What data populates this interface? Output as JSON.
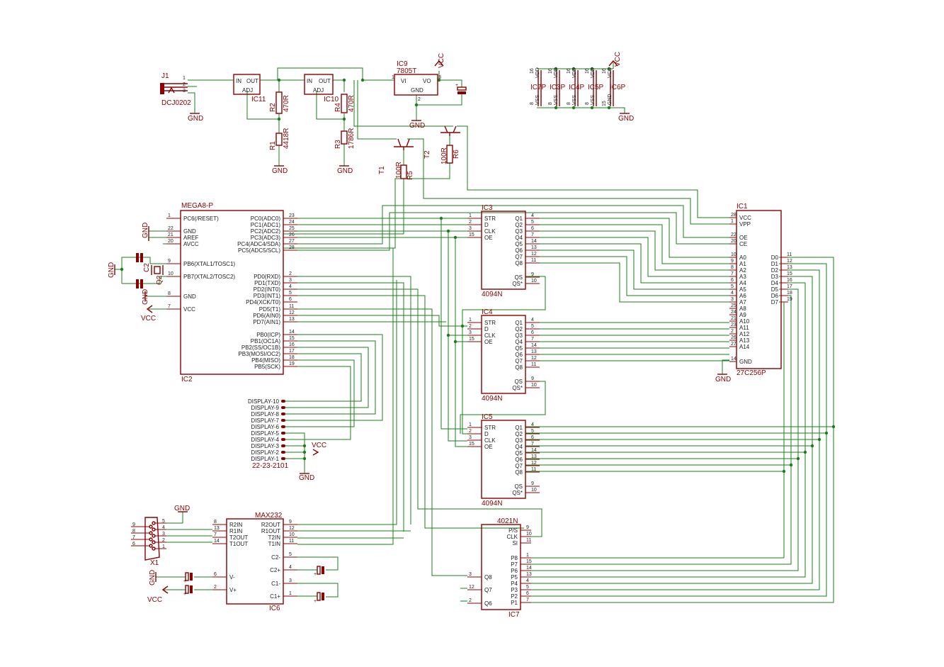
{
  "title": "",
  "parts": {
    "j1": {
      "ref": "J1",
      "value": "DCJ0202",
      "pins": [
        "1",
        "2",
        "3"
      ]
    },
    "ic11": {
      "ref": "IC11",
      "in": "IN",
      "out": "OUT",
      "adj": "ADJ"
    },
    "ic10": {
      "ref": "IC10",
      "in": "IN",
      "out": "OUT",
      "adj": "ADJ"
    },
    "ic9": {
      "ref": "IC9",
      "value": "7805T",
      "vi": "VI",
      "vo": "VO",
      "gnd": "GND",
      "pins": [
        "1",
        "3",
        "2"
      ]
    },
    "r1": {
      "ref": "R1",
      "value": "4418R"
    },
    "r2": {
      "ref": "R2",
      "value": "470R"
    },
    "r3": {
      "ref": "R3",
      "value": "1786R"
    },
    "r4": {
      "ref": "R4",
      "value": "470R"
    },
    "r5": {
      "ref": "R5",
      "value": "100R"
    },
    "r6": {
      "ref": "R6",
      "value": "100R"
    },
    "t1": {
      "ref": "T1"
    },
    "t2": {
      "ref": "T2"
    },
    "c2": {
      "ref": "C2"
    },
    "q2": {
      "ref": "Q2"
    },
    "power": [
      {
        "ref": "IC7P",
        "vdd": "VDD",
        "vss": "VSS",
        "top": "16",
        "bottom": "8"
      },
      {
        "ref": "IC3P",
        "vdd": "VDD",
        "vss": "VSS",
        "top": "16",
        "bottom": "8"
      },
      {
        "ref": "IC4P",
        "vdd": "VDD",
        "vss": "VSS",
        "top": "16",
        "bottom": "8"
      },
      {
        "ref": "IC5P",
        "vdd": "VDD",
        "vss": "VSS",
        "top": "16",
        "bottom": "8"
      },
      {
        "ref": "IC6P",
        "vdd": "VCC",
        "vss": "GND",
        "top": "16",
        "bottom": "15"
      }
    ]
  },
  "ic2": {
    "name": "MEGA8-P",
    "ref": "IC2",
    "left": [
      {
        "num": "1",
        "label": "PC6(/RESET)"
      },
      {
        "num": "22",
        "label": "GND"
      },
      {
        "num": "21",
        "label": "AREF"
      },
      {
        "num": "20",
        "label": "AVCC"
      },
      {
        "num": "9",
        "label": "PB6(XTAL1/TOSC1)"
      },
      {
        "num": "10",
        "label": "PB7(XTAL2/TOSC2)"
      },
      {
        "num": "8",
        "label": "GND"
      },
      {
        "num": "7",
        "label": "VCC"
      }
    ],
    "right": [
      {
        "num": "23",
        "label": "PC0(ADC0)"
      },
      {
        "num": "24",
        "label": "PC1(ADC1)"
      },
      {
        "num": "25",
        "label": "PC2(ADC2)"
      },
      {
        "num": "26",
        "label": "PC3(ADC3)"
      },
      {
        "num": "27",
        "label": "PC4(ADC4/SDA)"
      },
      {
        "num": "28",
        "label": "PC5(ADC5/SCL)"
      },
      {
        "num": "2",
        "label": "PD0(RXD)"
      },
      {
        "num": "3",
        "label": "PD1(TXD)"
      },
      {
        "num": "4",
        "label": "PD2(INT0)"
      },
      {
        "num": "5",
        "label": "PD3(INT1)"
      },
      {
        "num": "6",
        "label": "PD4(XCK/T0)"
      },
      {
        "num": "11",
        "label": "PD5(T1)"
      },
      {
        "num": "12",
        "label": "PD6(AIN0)"
      },
      {
        "num": "13",
        "label": "PD7(AIN1)"
      },
      {
        "num": "14",
        "label": "PB0(ICP)"
      },
      {
        "num": "15",
        "label": "PB1(OC1A)"
      },
      {
        "num": "16",
        "label": "PB2(SS/OC1B)"
      },
      {
        "num": "17",
        "label": "PB3(MOSI/OC2)"
      },
      {
        "num": "18",
        "label": "PB4(MISO)"
      },
      {
        "num": "19",
        "label": "PB5(SCK)"
      }
    ]
  },
  "shift_regs": [
    {
      "ref": "IC3",
      "value": "4094N"
    },
    {
      "ref": "IC4",
      "value": "4094N"
    },
    {
      "ref": "IC5",
      "value": "4094N"
    }
  ],
  "sr_left": [
    {
      "num": "1",
      "label": "STR"
    },
    {
      "num": "2",
      "label": "D"
    },
    {
      "num": "3",
      "label": "CLK"
    },
    {
      "num": "15",
      "label": "OE"
    }
  ],
  "sr_right": [
    {
      "num": "4",
      "label": "Q1"
    },
    {
      "num": "5",
      "label": "Q2"
    },
    {
      "num": "6",
      "label": "Q3"
    },
    {
      "num": "7",
      "label": "Q4"
    },
    {
      "num": "14",
      "label": "Q5"
    },
    {
      "num": "13",
      "label": "Q6"
    },
    {
      "num": "12",
      "label": "Q7"
    },
    {
      "num": "11",
      "label": "Q8"
    }
  ],
  "sr_qs": [
    {
      "num": "9",
      "label": "QS"
    },
    {
      "num": "10",
      "label": "QS*"
    }
  ],
  "ic1": {
    "ref": "IC1",
    "value": "27C256P",
    "top": [
      {
        "num": "28",
        "label": "VCC"
      },
      {
        "num": "1",
        "label": "VPP"
      },
      {
        "num": "22",
        "label": "OE"
      },
      {
        "num": "20",
        "label": "CE"
      }
    ],
    "addr": [
      {
        "num": "10",
        "label": "A0"
      },
      {
        "num": "9",
        "label": "A1"
      },
      {
        "num": "8",
        "label": "A2"
      },
      {
        "num": "7",
        "label": "A3"
      },
      {
        "num": "6",
        "label": "A4"
      },
      {
        "num": "5",
        "label": "A5"
      },
      {
        "num": "4",
        "label": "A6"
      },
      {
        "num": "3",
        "label": "A7"
      },
      {
        "num": "25",
        "label": "A8"
      },
      {
        "num": "24",
        "label": "A9"
      },
      {
        "num": "21",
        "label": "A10"
      },
      {
        "num": "23",
        "label": "A11"
      },
      {
        "num": "2",
        "label": "A12"
      },
      {
        "num": "26",
        "label": "A13"
      },
      {
        "num": "27",
        "label": "A14"
      }
    ],
    "data": [
      {
        "num": "11",
        "label": "D0"
      },
      {
        "num": "12",
        "label": "D1"
      },
      {
        "num": "13",
        "label": "D2"
      },
      {
        "num": "15",
        "label": "D3"
      },
      {
        "num": "16",
        "label": "D4"
      },
      {
        "num": "17",
        "label": "D5"
      },
      {
        "num": "18",
        "label": "D6"
      },
      {
        "num": "19",
        "label": "D7"
      }
    ],
    "gnd": {
      "num": "14",
      "label": "GND"
    }
  },
  "ic7": {
    "ref": "IC7",
    "value": "4021N",
    "right_top": [
      {
        "num": "9",
        "label": "P/S"
      },
      {
        "num": "10",
        "label": "CLK"
      },
      {
        "num": "11",
        "label": "SI"
      }
    ],
    "right_p": [
      {
        "num": "1",
        "label": "P8"
      },
      {
        "num": "15",
        "label": "P7"
      },
      {
        "num": "14",
        "label": "P6"
      },
      {
        "num": "13",
        "label": "P5"
      },
      {
        "num": "4",
        "label": "P4"
      },
      {
        "num": "5",
        "label": "P3"
      },
      {
        "num": "6",
        "label": "P2"
      },
      {
        "num": "7",
        "label": "P1"
      }
    ],
    "left": [
      {
        "num": "3",
        "label": "Q8"
      },
      {
        "num": "12",
        "label": "Q7"
      },
      {
        "num": "2",
        "label": "Q6"
      }
    ]
  },
  "ic6": {
    "ref": "IC6",
    "name": "MAX232",
    "left": [
      {
        "num": "8",
        "label": "R2IN"
      },
      {
        "num": "13",
        "label": "R1IN"
      },
      {
        "num": "7",
        "label": "T2OUT"
      },
      {
        "num": "14",
        "label": "T1OUT"
      }
    ],
    "right": [
      {
        "num": "9",
        "label": "R2OUT"
      },
      {
        "num": "12",
        "label": "R1OUT"
      },
      {
        "num": "10",
        "label": "T2IN"
      },
      {
        "num": "11",
        "label": "T1IN"
      }
    ],
    "caps": [
      {
        "num": "5",
        "label": "C2-"
      },
      {
        "num": "4",
        "label": "C2+"
      },
      {
        "num": "3",
        "label": "C1-"
      },
      {
        "num": "1",
        "label": "C1+"
      }
    ],
    "vleft": [
      {
        "num": "6",
        "label": "V-"
      },
      {
        "num": "2",
        "label": "V+"
      }
    ]
  },
  "x1": {
    "ref": "X1",
    "pins": [
      "9",
      "8",
      "7",
      "6",
      "5",
      "4",
      "3",
      "2",
      "1"
    ]
  },
  "display": {
    "ref": "22-23-2101",
    "pins": [
      "DISPLAY-10",
      "DISPLAY-9",
      "DISPLAY-8",
      "DISPLAY-7",
      "DISPLAY-6",
      "DISPLAY-5",
      "DISPLAY-4",
      "DISPLAY-3",
      "DISPLAY-2",
      "DISPLAY-1"
    ]
  },
  "nets": {
    "vcc": "VCC",
    "gnd": "GND"
  }
}
